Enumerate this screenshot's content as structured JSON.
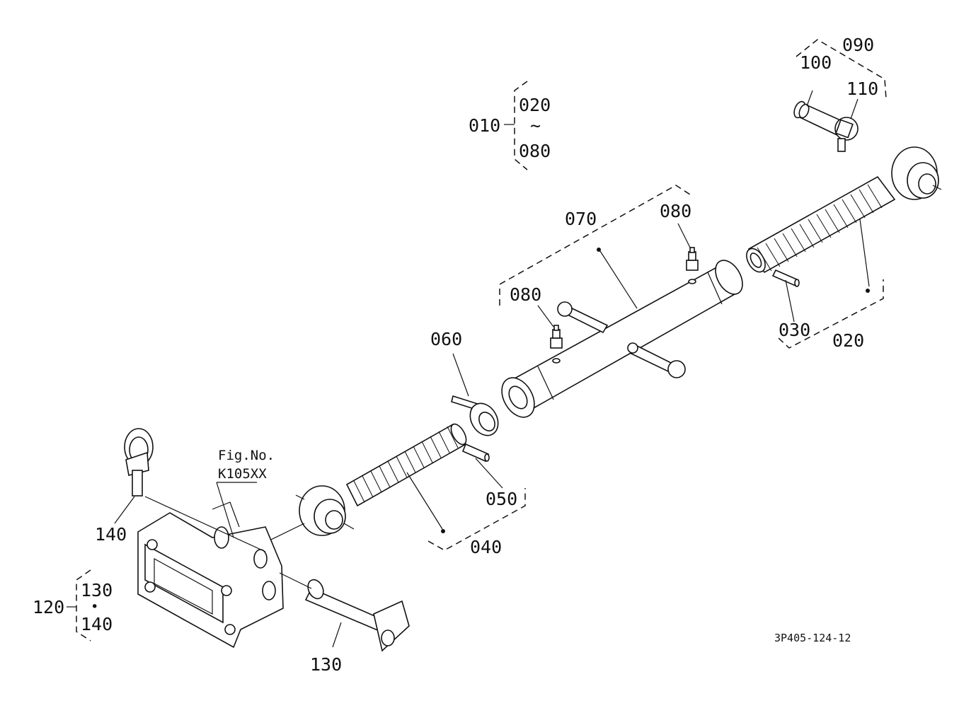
{
  "labels": {
    "p010": "010",
    "p020_top": "020",
    "tilde": "~",
    "p080_top": "080",
    "p090": "090",
    "p100": "100",
    "p110": "110",
    "p070": "070",
    "p080_a": "080",
    "p080_b": "080",
    "p060": "060",
    "p030": "030",
    "p020": "020",
    "p050": "050",
    "p040": "040",
    "p140": "140",
    "p120": "120",
    "p130_grp": "130",
    "dot": "•",
    "p140_grp": "140",
    "p130": "130",
    "fig_no": "Fig.No.",
    "fig_ref": "K105XX",
    "drawing_code": "3P405-124-12"
  }
}
